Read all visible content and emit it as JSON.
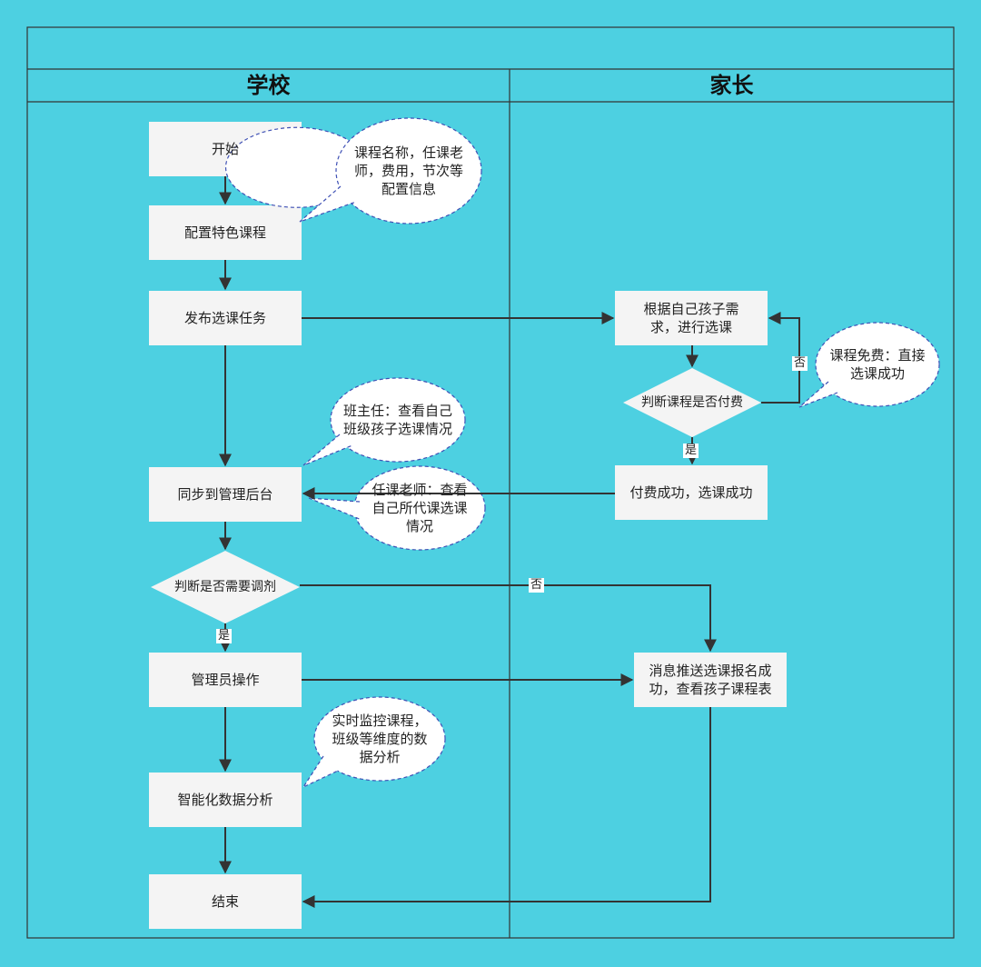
{
  "lanes": {
    "school": "学校",
    "parent": "家长"
  },
  "nodes": {
    "start": "开始",
    "config": "配置特色课程",
    "publish": "发布选课任务",
    "sync": "同步到管理后台",
    "adjust_decision": "判断是否需要调剂",
    "admin_op": "管理员操作",
    "analysis": "智能化数据分析",
    "end": "结束",
    "choose": "根据自己孩子需求，进行选课",
    "pay_decision": "判断课程是否付费",
    "pay_success": "付费成功，选课成功",
    "notify": "消息推送选课报名成功，查看孩子课程表"
  },
  "bubbles": {
    "config_info": "课程名称，任课老师，费用，节次等配置信息",
    "head_teacher": "班主任：查看自己班级孩子选课情况",
    "subject_teacher": "任课老师：查看自己所代课选课情况",
    "monitor": "实时监控课程，班级等维度的数据分析",
    "free_course": "课程免费：直接选课成功"
  },
  "edge_labels": {
    "free_no": "否",
    "pay_yes": "是",
    "adjust_no": "否",
    "adjust_yes": "是"
  },
  "colors": {
    "background": "#4dd0e1",
    "node_fill": "#f4f4f4",
    "bubble_fill": "#ffffff",
    "bubble_border": "#3f51b5",
    "line": "#333333"
  }
}
